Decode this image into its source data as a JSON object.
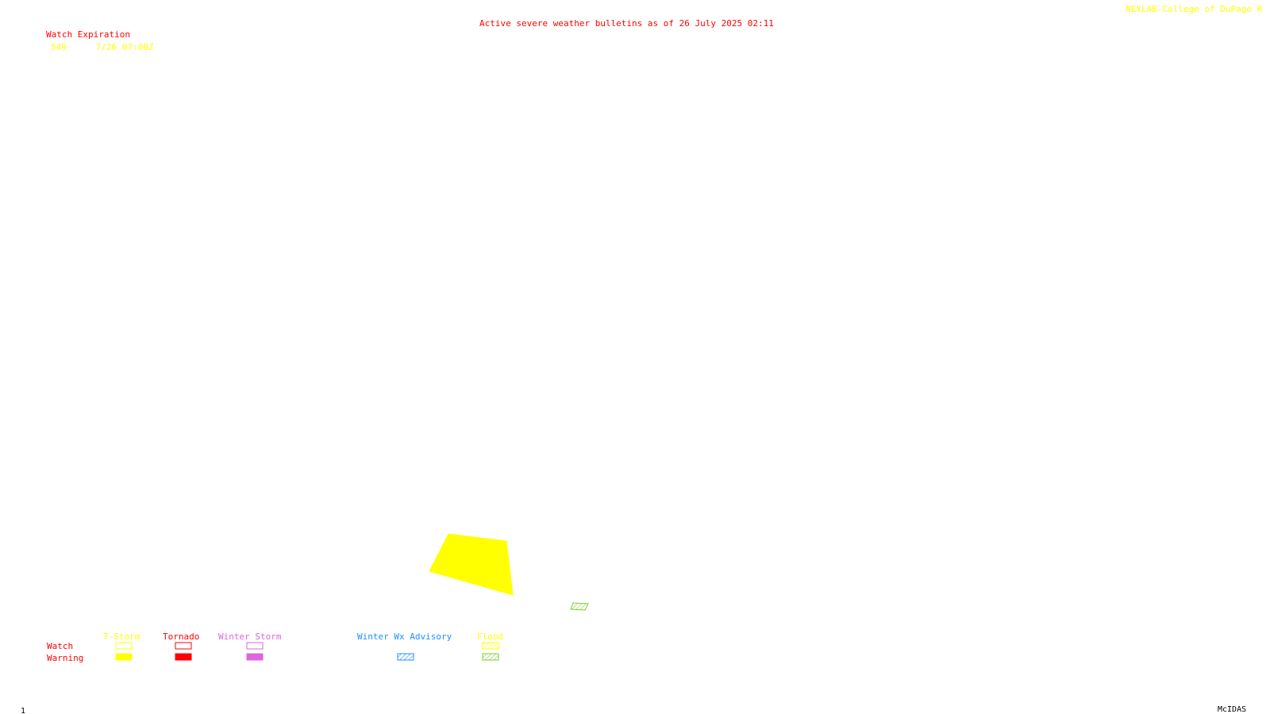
{
  "header": {
    "title": "Active severe weather bulletins as of 26 July 2025 02:11",
    "credit": "NEXLAB-College of DuPage R"
  },
  "watch_table": {
    "heading": "Watch Expiration",
    "rows": [
      {
        "number": "549",
        "expiration": "7/26 07:00Z"
      }
    ]
  },
  "legend": {
    "row_labels": {
      "watch": "Watch",
      "warning": "Warning"
    },
    "categories": [
      {
        "label": "T-Storm",
        "color": "#ffff00"
      },
      {
        "label": "Tornado",
        "color": "#ff0000"
      },
      {
        "label": "Winter Storm",
        "color": "#dd66dd"
      },
      {
        "label": "Winter Wx Advisory",
        "color": "#1e90ff"
      },
      {
        "label": "Flood",
        "color": "#ffff00",
        "hatch_color": "#7ccd32"
      }
    ]
  },
  "map": {
    "polygons": [
      {
        "type": "T-Storm Warning",
        "color": "#ffff00"
      },
      {
        "type": "Flood Warning",
        "color": "#7ccd32"
      }
    ]
  },
  "footer": {
    "frame_number": "1",
    "software": "McIDAS"
  }
}
